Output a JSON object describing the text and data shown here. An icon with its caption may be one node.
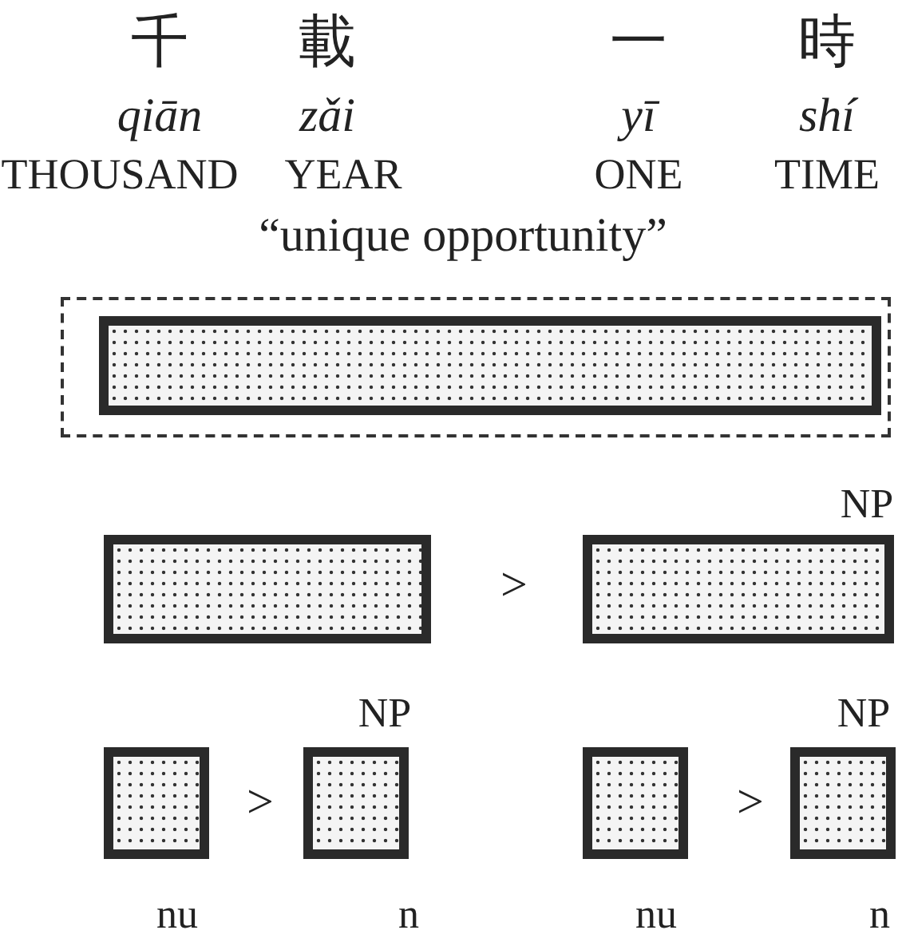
{
  "diagram": {
    "nodes": [
      {
        "text": [],
        "shape": "box"
      },
      {
        "text": [],
        "shape": "box",
        "in": 0
      },
      {
        "text": [],
        "shape": "box"
      },
      {
        "text": [],
        "shape": "box",
        "beside": [
          "NP"
        ]
      },
      {
        "text": [],
        "shape": "box",
        "beside": [
          "nu"
        ]
      },
      {
        "text": [],
        "shape": "box",
        "beside": [
          "NP",
          "n"
        ]
      },
      {
        "text": [],
        "shape": "box",
        "beside": [
          "nu"
        ]
      },
      {
        "text": [],
        "shape": "box",
        "beside": [
          "NP",
          "n"
        ]
      }
    ],
    "edges": [],
    "labels": [
      "千",
      "載",
      "一",
      "時",
      "qiān",
      "zǎi",
      "yī",
      "shí",
      "THOUSAND",
      "YEAR",
      "ONE",
      "TIME",
      "“unique opportunity”",
      ">",
      ">",
      ">"
    ]
  }
}
